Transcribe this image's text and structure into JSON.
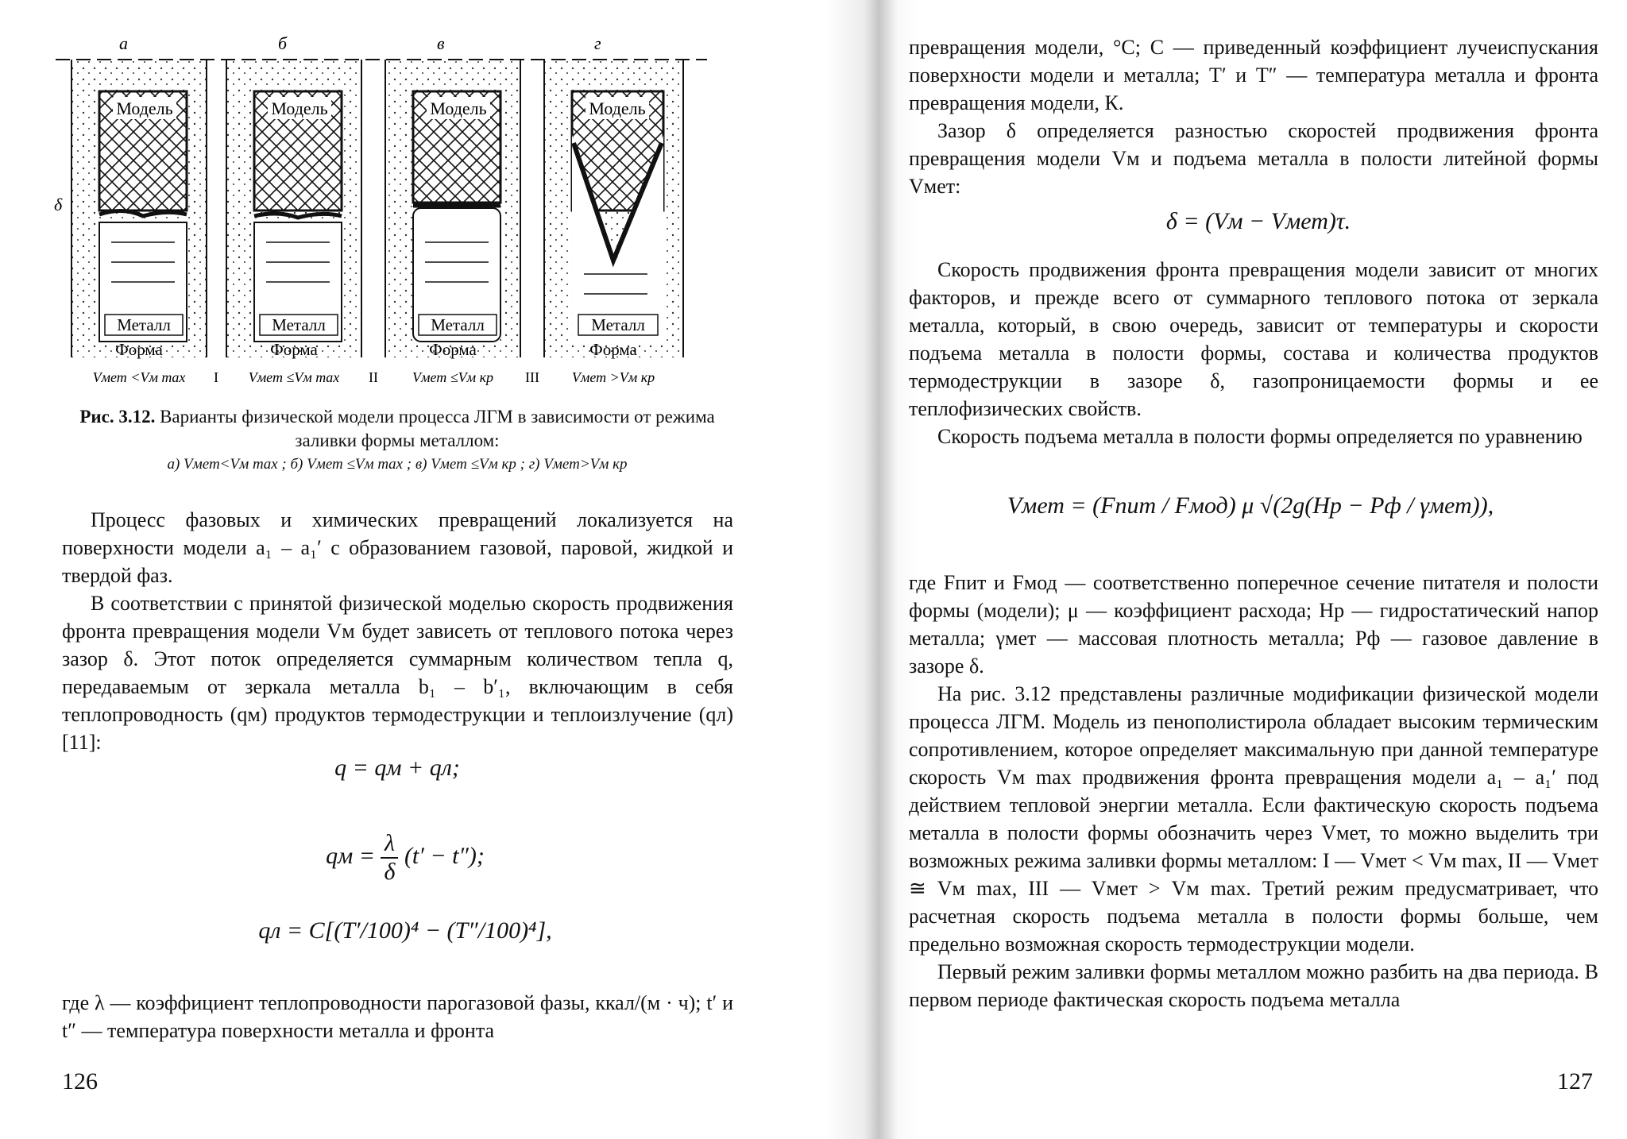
{
  "left_page": {
    "figure": {
      "panel_letters": [
        "а",
        "б",
        "в",
        "г"
      ],
      "label_model": "Модель",
      "label_metal": "Металл",
      "label_form": "Форма",
      "label_delta": "δ",
      "bottom_labels": [
        "Vмет <Vм max",
        "Vмет ≤Vм max",
        "Vмет ≤Vм кр",
        "Vмет >Vм кр"
      ],
      "roman": [
        "I",
        "II",
        "III"
      ]
    },
    "caption_bold": "Рис. 3.12.",
    "caption_text": "Варианты физической модели процесса ЛГМ в зависимости от режима заливки формы металлом:",
    "caption_sub": "а) Vмет<Vм max ; б) Vмет ≤Vм max ; в) Vмет ≤Vм кр ; г) Vмет>Vм кр",
    "para1": "Процесс фазовых и химических превращений локализуется на поверхности модели a₁ – a₁′ с образованием газовой, паровой, жидкой и твердой фаз.",
    "para2": "В соответствии с принятой физической моделью скорость продвижения фронта превращения модели Vм будет зависеть от теплового потока через зазор δ. Этот поток определяется суммарным количеством тепла q, передаваемым от зеркала металла b₁ – b′₁, включающим в себя теплопроводность (qм) продуктов термодеструкции и теплоизлучение (qл) [11]:",
    "formula1": "q = qм + qл;",
    "formula2_lhs": "qм =",
    "formula2_num": "λ",
    "formula2_den": "δ",
    "formula2_rhs": "(t′ − t″);",
    "formula3": "qл = C[(T′/100)⁴ − (T″/100)⁴],",
    "para3": "где λ — коэффициент теплопроводности парогазовой фазы, ккал/(м · ч); t′ и t″ — температура поверхности металла и фронта",
    "page_number": "126"
  },
  "right_page": {
    "para1": "превращения модели, °С; C — приведенный коэффициент лучеиспускания поверхности модели и металла; T′ и T″ — температура металла и фронта превращения модели, К.",
    "para2": "Зазор δ определяется разностью скоростей продвижения фронта превращения модели Vм и подъема металла в полости литейной формы Vмет:",
    "formula1": "δ = (Vм − Vмет)τ.",
    "para3": "Скорость продвижения фронта превращения модели зависит от многих факторов, и прежде всего от суммарного теплового потока от зеркала металла, который, в свою очередь, зависит от температуры и скорости подъема металла в полости формы, состава и количества продуктов термодеструкции в зазоре δ, газопроницаемости формы и ее теплофизических свойств.",
    "para4": "Скорость подъема металла в полости формы определяется по уравнению",
    "formula2": "Vмет = (Fпит / Fмод) μ √(2g(Hр − Pф / γмет)),",
    "para5": "где Fпит и Fмод — соответственно поперечное сечение питателя и полости формы (модели); μ — коэффициент расхода; Hр — гидростатический напор металла; γмет — массовая плотность металла; Pф — газовое давление в зазоре δ.",
    "para6": "На рис. 3.12 представлены различные модификации физической модели процесса ЛГМ. Модель из пенополистирола обладает высоким термическим сопротивлением, которое определяет максимальную при данной температуре скорость Vм max продвижения фронта превращения модели a₁ – a₁′ под действием тепловой энергии металла. Если фактическую скорость подъема металла в полости формы обозначить через Vмет, то можно выделить три возможных режима заливки формы металлом: I — Vмет < Vм max, II — Vмет ≅ Vм max, III — Vмет > Vм max. Третий режим предусматривает, что расчетная скорость подъема металла в полости формы больше, чем предельно возможная скорость термодеструкции модели.",
    "para7": "Первый режим заливки формы металлом можно разбить на два периода. В первом периоде фактическая скорость подъема металла",
    "page_number": "127"
  }
}
